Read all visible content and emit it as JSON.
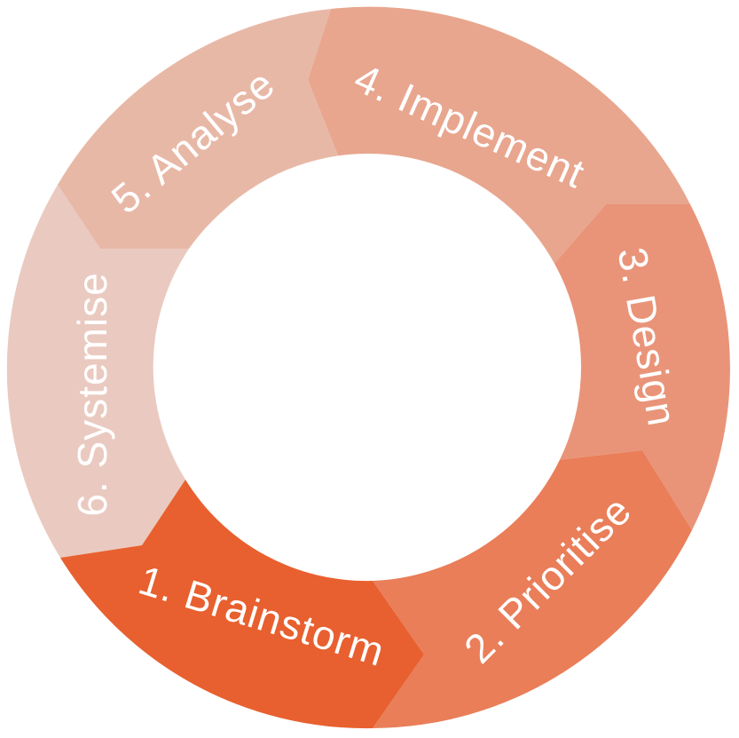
{
  "diagram": {
    "type": "cycle",
    "segments": [
      {
        "id": "brainstorm",
        "label": "1. Brainstorm",
        "color": "#E8602F"
      },
      {
        "id": "prioritise",
        "label": "2. Prioritise",
        "color": "#E97E59"
      },
      {
        "id": "design",
        "label": "3. Design",
        "color": "#E99479"
      },
      {
        "id": "implement",
        "label": "4. Implement",
        "color": "#E8A68E"
      },
      {
        "id": "analyse",
        "label": "5. Analyse",
        "color": "#E8B8A7"
      },
      {
        "id": "systemise",
        "label": "6. Systemise",
        "color": "#EACAC0"
      }
    ],
    "center_color": "#FFFFFF"
  }
}
